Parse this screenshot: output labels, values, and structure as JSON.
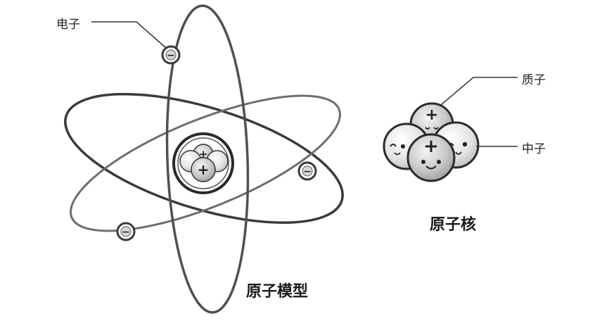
{
  "atom_model": {
    "caption": "原子模型",
    "electron_label": "电子",
    "electron_sign": "−",
    "proton_sign": "+"
  },
  "nucleus_diagram": {
    "caption": "原子核",
    "proton_label": "质子",
    "neutron_label": "中子",
    "proton_sign": "+"
  },
  "colors": {
    "stroke": "#3a3a3a",
    "orbit_light": "#777777",
    "particle_fill": "#bdbdbd",
    "particle_light": "#e6e6e6",
    "background": "#ffffff"
  }
}
